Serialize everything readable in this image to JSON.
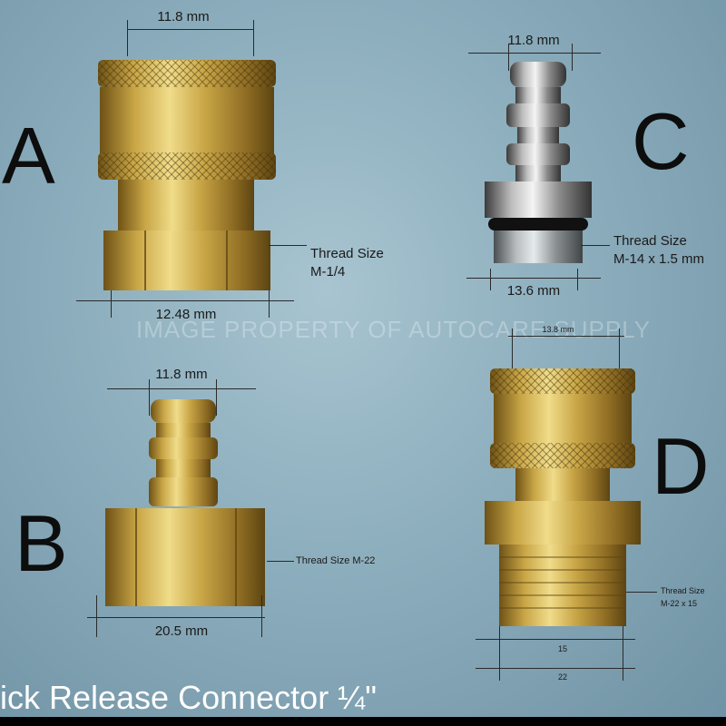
{
  "labels": {
    "a": "A",
    "b": "B",
    "c": "C",
    "d": "D"
  },
  "connector_a": {
    "top_dim": "11.8 mm",
    "bottom_dim": "12.48 mm",
    "thread_line1": "Thread Size",
    "thread_line2": "M-1/4"
  },
  "connector_b": {
    "top_dim": "11.8 mm",
    "bottom_dim": "20.5 mm",
    "thread": "Thread Size M-22"
  },
  "connector_c": {
    "top_dim": "11.8 mm",
    "bottom_dim": "13.6 mm",
    "thread_line1": "Thread Size",
    "thread_line2": "M-14 x 1.5 mm"
  },
  "connector_d": {
    "top_dim": "13.8 mm",
    "dim_inner": "15",
    "dim_outer": "22",
    "thread_line1": "Thread Size",
    "thread_line2": "M-22 x 15"
  },
  "watermark": "IMAGE PROPERTY OF AUTOCARE SUPPLY",
  "caption": "ick Release Connector ¼\"",
  "colors": {
    "brass_light": "#e8d07a",
    "brass_mid": "#c9a646",
    "brass_dark": "#7a5a1a",
    "steel_light": "#e6e6e6",
    "steel_dark": "#555555",
    "background": "#8fb0bf"
  }
}
